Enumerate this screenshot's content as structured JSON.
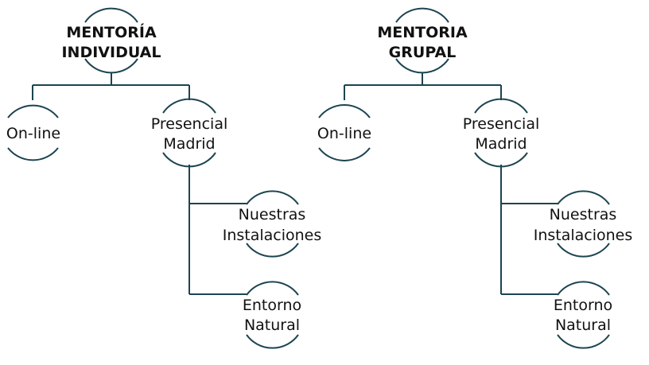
{
  "colors": {
    "connector": "#1c4451",
    "text": "#111111",
    "background": "#ffffff"
  },
  "trees": [
    {
      "root": {
        "line1": "MENTORÍA",
        "line2": "INDIVIDUAL"
      },
      "online": "On-line",
      "presencial": {
        "line1": "Presencial",
        "line2": "Madrid"
      },
      "instalaciones": {
        "line1": "Nuestras",
        "line2": "Instalaciones"
      },
      "entorno": {
        "line1": "Entorno",
        "line2": "Natural"
      }
    },
    {
      "root": {
        "line1": "MENTORIA",
        "line2": "GRUPAL"
      },
      "online": "On-line",
      "presencial": {
        "line1": "Presencial",
        "line2": "Madrid"
      },
      "instalaciones": {
        "line1": "Nuestras",
        "line2": "Instalaciones"
      },
      "entorno": {
        "line1": "Entorno",
        "line2": "Natural"
      }
    }
  ]
}
